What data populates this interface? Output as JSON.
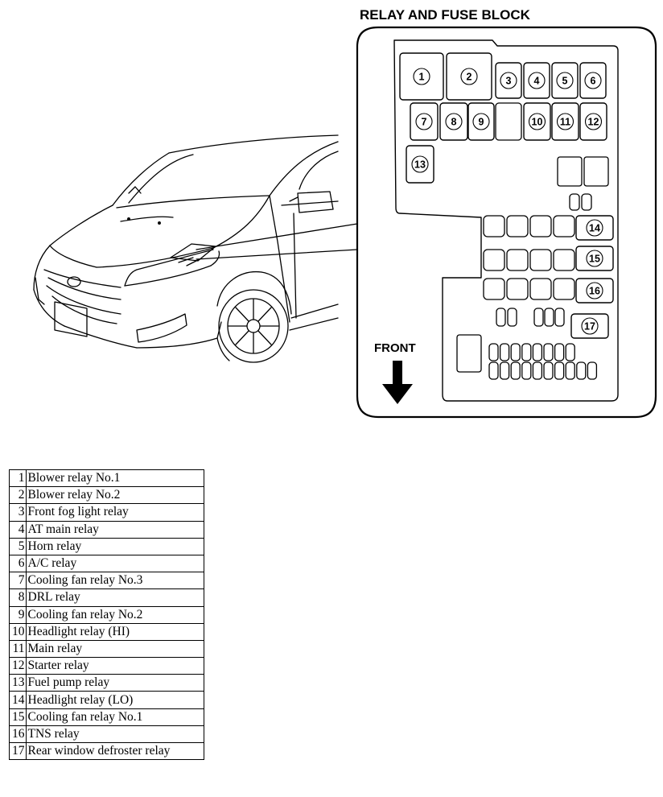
{
  "diagram": {
    "title": "RELAY AND FUSE BLOCK",
    "front_label": "FRONT",
    "relay_labels": [
      "1",
      "2",
      "3",
      "4",
      "5",
      "6",
      "7",
      "8",
      "9",
      "10",
      "11",
      "12",
      "13",
      "14",
      "15",
      "16",
      "17"
    ]
  },
  "legend": {
    "rows": [
      {
        "num": "1",
        "desc": "Blower relay No.1"
      },
      {
        "num": "2",
        "desc": "Blower relay No.2"
      },
      {
        "num": "3",
        "desc": "Front fog light relay"
      },
      {
        "num": "4",
        "desc": "AT main relay"
      },
      {
        "num": "5",
        "desc": "Horn relay"
      },
      {
        "num": "6",
        "desc": "A/C relay"
      },
      {
        "num": "7",
        "desc": "Cooling fan relay No.3"
      },
      {
        "num": "8",
        "desc": "DRL relay"
      },
      {
        "num": "9",
        "desc": "Cooling fan relay No.2"
      },
      {
        "num": "10",
        "desc": "Headlight relay (HI)"
      },
      {
        "num": "11",
        "desc": "Main relay"
      },
      {
        "num": "12",
        "desc": "Starter relay"
      },
      {
        "num": "13",
        "desc": "Fuel pump relay"
      },
      {
        "num": "14",
        "desc": "Headlight relay (LO)"
      },
      {
        "num": "15",
        "desc": "Cooling fan relay No.1"
      },
      {
        "num": "16",
        "desc": "TNS relay"
      },
      {
        "num": "17",
        "desc": "Rear window defroster relay"
      }
    ]
  }
}
